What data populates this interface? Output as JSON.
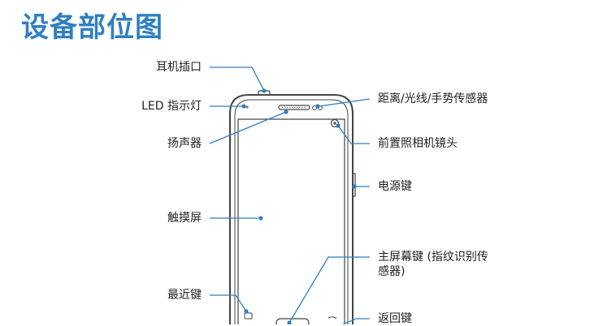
{
  "title": "设备部位图",
  "colors": {
    "title": "#2f7fc1",
    "callout_line": "#2f7fc1",
    "device_outline": "#444444"
  },
  "labels": {
    "earphone_jack": "耳机插口",
    "led_indicator": "LED 指示灯",
    "speaker": "扬声器",
    "touchscreen": "触摸屏",
    "recent_key": "最近键",
    "proximity_sensor": "距离/光线/手势传感器",
    "front_camera": "前置照相机镜头",
    "power_key": "电源键",
    "home_key": "主屏幕键 (指纹识别传感器)",
    "back_key": "返回键"
  }
}
